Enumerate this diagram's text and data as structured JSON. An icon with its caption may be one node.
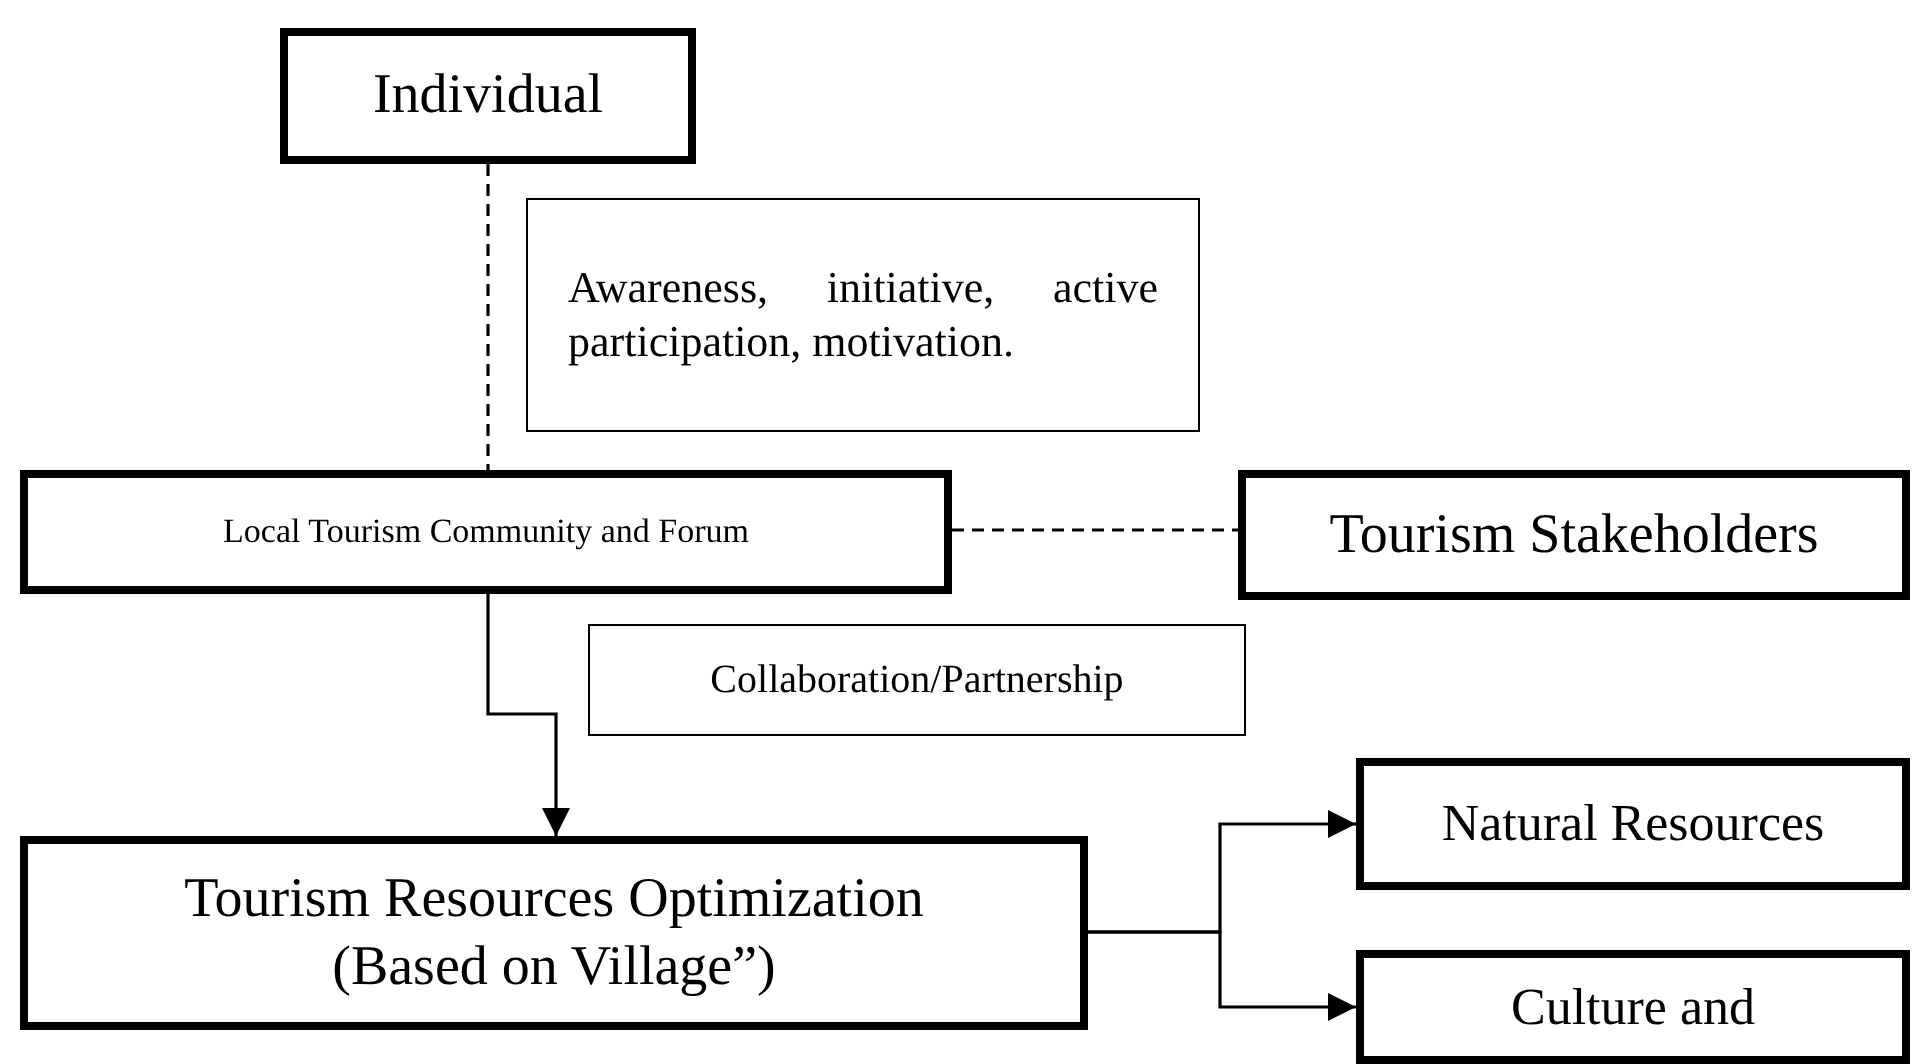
{
  "diagram": {
    "nodes": [
      {
        "text": [
          "Individual"
        ]
      },
      {
        "text": [
          "Awareness, initiative, active participation, motivation."
        ]
      },
      {
        "text": [
          "Local Tourism Community and Forum"
        ]
      },
      {
        "text": [
          "Tourism Stakeholders"
        ]
      },
      {
        "text": [
          "Collaboration/Partnership"
        ]
      },
      {
        "text": [
          "Tourism Resources Optimization (Based on Village”)"
        ]
      },
      {
        "text": [
          "Natural Resources"
        ]
      },
      {
        "text": [
          "Culture and"
        ]
      }
    ],
    "edges": [
      {
        "from": 0,
        "to": 2,
        "arrow": "none",
        "style": "dashed"
      },
      {
        "from": 2,
        "to": 3,
        "arrow": "none",
        "style": "dashed"
      },
      {
        "from": 2,
        "to": 5,
        "arrow": "to"
      },
      {
        "from": 5,
        "to": 6,
        "arrow": "to"
      },
      {
        "from": 5,
        "to": 7,
        "arrow": "to"
      }
    ]
  }
}
